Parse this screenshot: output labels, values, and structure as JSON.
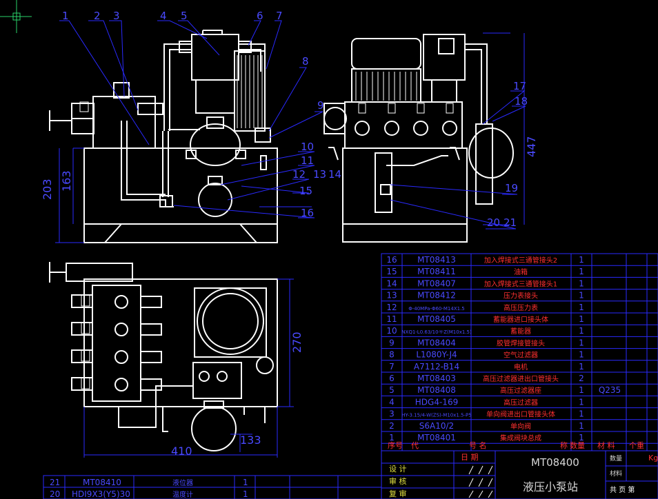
{
  "balloons": [
    "1",
    "2",
    "3",
    "4",
    "5",
    "6",
    "7",
    "8",
    "9",
    "10",
    "11",
    "12",
    "13",
    "14",
    "15",
    "16",
    "17",
    "18",
    "19",
    "20",
    "21"
  ],
  "dimensions": {
    "front_height_total": "203",
    "front_height_tank": "163",
    "side_height": "447",
    "plan_depth": "270",
    "plan_width": "410",
    "plan_offset": "133"
  },
  "bom": {
    "rows": [
      {
        "no": "16",
        "code": "MT08413",
        "name": "加入焊接式三通管接头2",
        "qty": "1",
        "material": ""
      },
      {
        "no": "15",
        "code": "MT08411",
        "name": "油箱",
        "qty": "1",
        "material": ""
      },
      {
        "no": "14",
        "code": "MT08407",
        "name": "加入焊接式三通管接头1",
        "qty": "1",
        "material": ""
      },
      {
        "no": "13",
        "code": "MT08412",
        "name": "压力表接头",
        "qty": "1",
        "material": ""
      },
      {
        "no": "12",
        "code": "Φ-40MPa-Φ60-M14X1.5",
        "name": "高压压力表",
        "qty": "1",
        "material": ""
      },
      {
        "no": "11",
        "code": "MT08405",
        "name": "蓄能器进口接头体",
        "qty": "1",
        "material": ""
      },
      {
        "no": "10",
        "code": "NXQ1-L0.63/10-Y-Z(M10x1.5)",
        "name": "蓄能器",
        "qty": "1",
        "material": ""
      },
      {
        "no": "9",
        "code": "MT08404",
        "name": "胶管焊接管接头",
        "qty": "1",
        "material": ""
      },
      {
        "no": "8",
        "code": "L1080Y-J4",
        "name": "空气过滤器",
        "qty": "1",
        "material": ""
      },
      {
        "no": "7",
        "code": "A7112-B14",
        "name": "电机",
        "qty": "1",
        "material": ""
      },
      {
        "no": "6",
        "code": "MT08403",
        "name": "高压过滤器进出口管接头",
        "qty": "2",
        "material": ""
      },
      {
        "no": "5",
        "code": "MT08408",
        "name": "高压过滤器座",
        "qty": "1",
        "material": "Q235"
      },
      {
        "no": "4",
        "code": "HDG4-169",
        "name": "高压过滤器",
        "qty": "1",
        "material": ""
      },
      {
        "no": "3",
        "code": "HY-3.15/4-W(ZS)-M10x1.5-P5",
        "name": "单向阀进出口管接头体",
        "qty": "1",
        "material": ""
      },
      {
        "no": "2",
        "code": "S6A10/2",
        "name": "单向阀",
        "qty": "1",
        "material": ""
      },
      {
        "no": "1",
        "code": "MT08401",
        "name": "集成阀块总成",
        "qty": "1",
        "material": ""
      }
    ],
    "header": {
      "no": "序号",
      "code": "代",
      "name": "号  名",
      "spec": "称",
      "qty": "数量",
      "material": "材  料",
      "weight": "个重"
    },
    "title_block": {
      "drawing_no": "MT08400",
      "title": "液压小泵站",
      "date_label": "日  期",
      "design": "设  计",
      "review": "审  核",
      "recheck": "复  审",
      "qty_label": "数量",
      "weight_label": "材料",
      "unit": "Kg",
      "sheets": "共    页   第"
    },
    "lower_rows": [
      {
        "no": "21",
        "code": "MT08410",
        "name": "液位器",
        "qty": "1"
      },
      {
        "no": "20",
        "code": "HDI9X3(Y5)30",
        "name": "温度计",
        "qty": "1"
      }
    ]
  }
}
